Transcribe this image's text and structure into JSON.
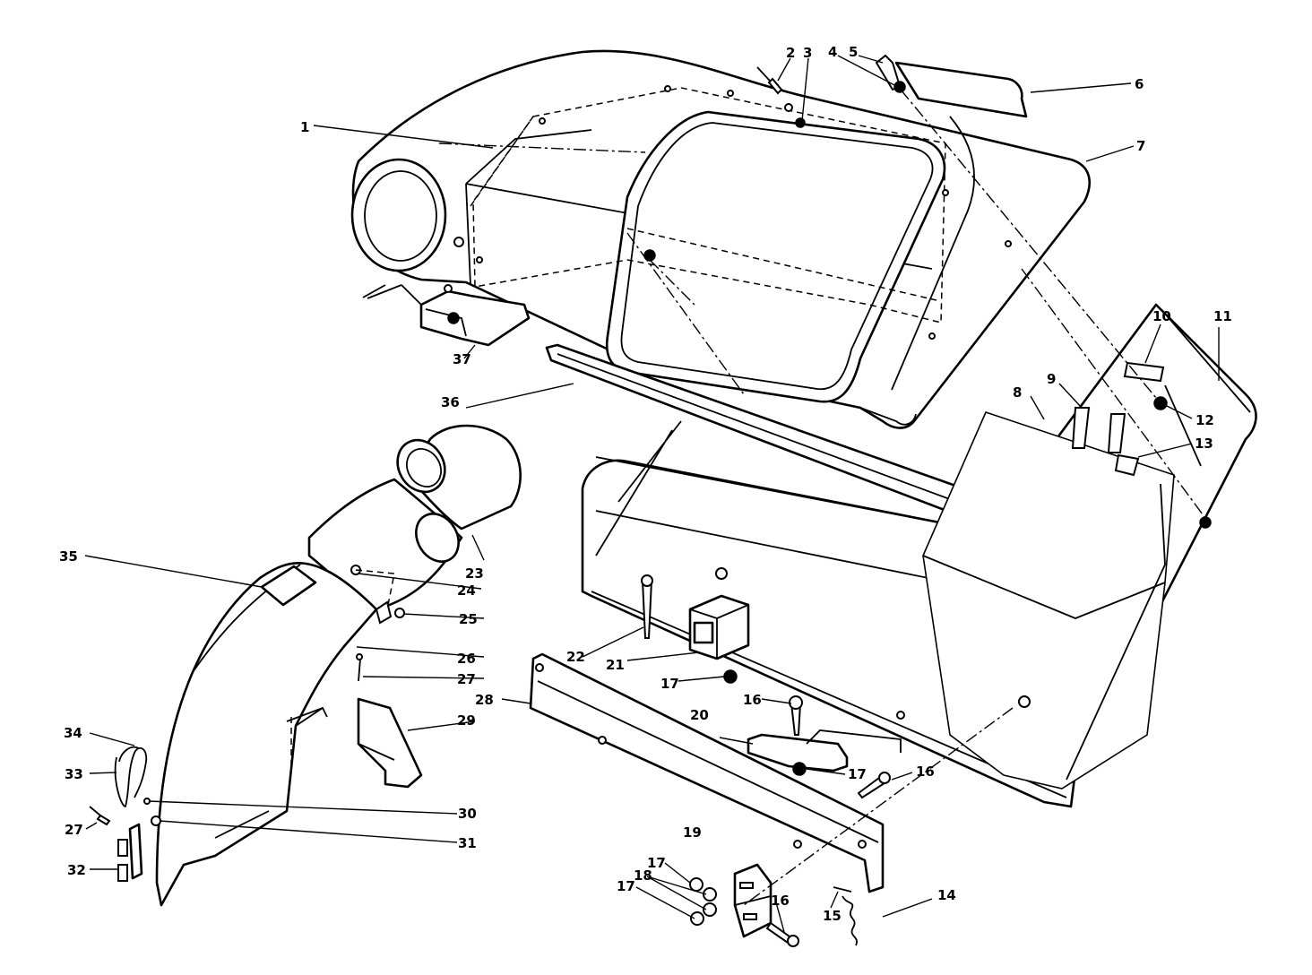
{
  "callouts": {
    "c1": "1",
    "c2": "2",
    "c3": "3",
    "c4": "4",
    "c5": "5",
    "c6": "6",
    "c7": "7",
    "c8": "8",
    "c9": "9",
    "c10": "10",
    "c11": "11",
    "c12": "12",
    "c13": "13",
    "c14": "14",
    "c15": "15",
    "c16a": "16",
    "c16b": "16",
    "c16c": "16",
    "c17a": "17",
    "c17b": "17",
    "c17c": "17",
    "c17d": "17",
    "c18": "18",
    "c19": "19",
    "c20": "20",
    "c21": "21",
    "c22": "22",
    "c23": "23",
    "c24": "24",
    "c25": "25",
    "c26": "26",
    "c27a": "27",
    "c27b": "27",
    "c28": "28",
    "c29": "29",
    "c30": "30",
    "c31": "31",
    "c32": "32",
    "c33": "33",
    "c34": "34",
    "c35": "35",
    "c36": "36",
    "c37": "37"
  }
}
